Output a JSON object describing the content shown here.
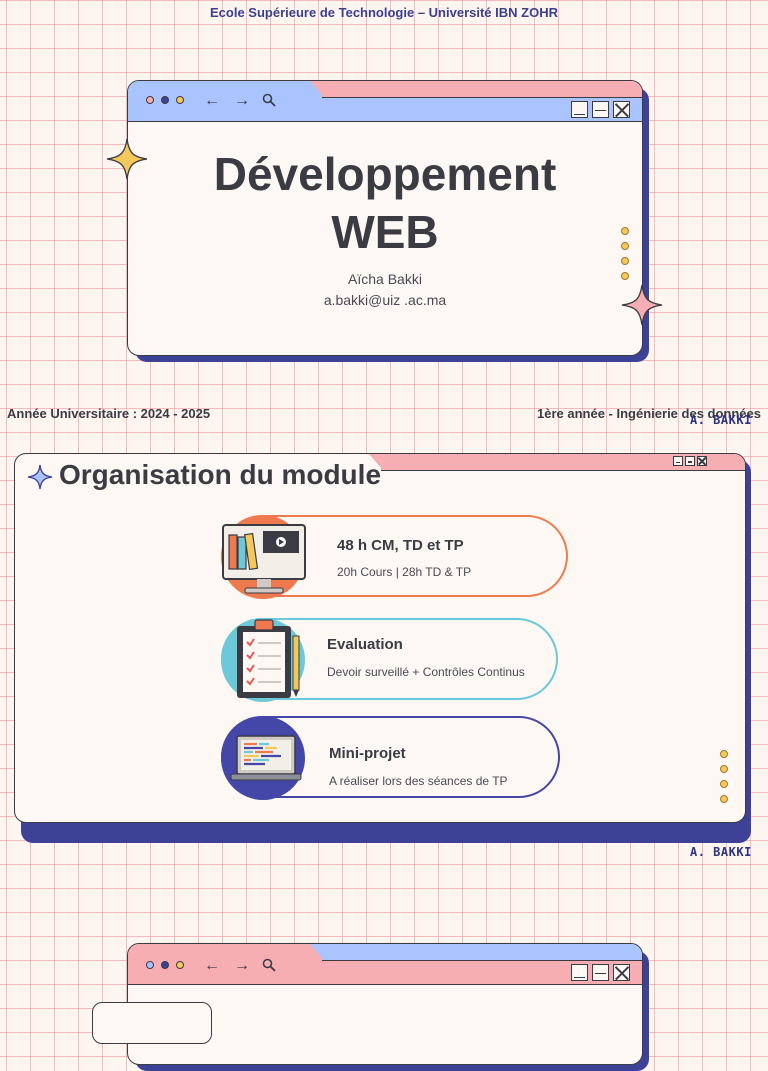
{
  "header": {
    "school": "Ecole Supérieure de Technologie – Université IBN ZOHR"
  },
  "slide1": {
    "title_line1": "Développement",
    "title_line2": "WEB",
    "author": "Aïcha Bakki",
    "email": "a.bakki@uiz .ac.ma",
    "browser_icons": [
      "back-arrow-icon",
      "forward-arrow-icon",
      "search-icon"
    ],
    "window_controls": [
      "minimize-icon",
      "maximize-icon",
      "close-icon"
    ]
  },
  "footer1": {
    "year": "Année Universitaire : 2024 - 2025",
    "level": "1ère année - Ingénierie des données",
    "signature": "A. BAKKI"
  },
  "slide2": {
    "title": "Organisation du module",
    "items": [
      {
        "title": "48 h CM, TD et TP",
        "subtitle": "20h Cours | 28h TD & TP",
        "icon": "computer-books-icon",
        "color": "#f07a4f"
      },
      {
        "title": "Evaluation",
        "subtitle": "Devoir surveillé + Contrôles Continus",
        "icon": "clipboard-checklist-icon",
        "color": "#6cc9d9"
      },
      {
        "title": "Mini-projet",
        "subtitle": "A réaliser lors des séances de TP",
        "icon": "laptop-code-icon",
        "color": "#4447a8"
      }
    ],
    "signature": "A. BAKKI"
  },
  "colors": {
    "navy": "#3e4297",
    "bar_blue": "#a9c4ff",
    "bar_pink": "#f7aeb3",
    "star_yellow": "#f4c95a",
    "star_pink": "#f7aeb3",
    "grid": "#ee8c96",
    "text_dark": "#3b3b44"
  }
}
